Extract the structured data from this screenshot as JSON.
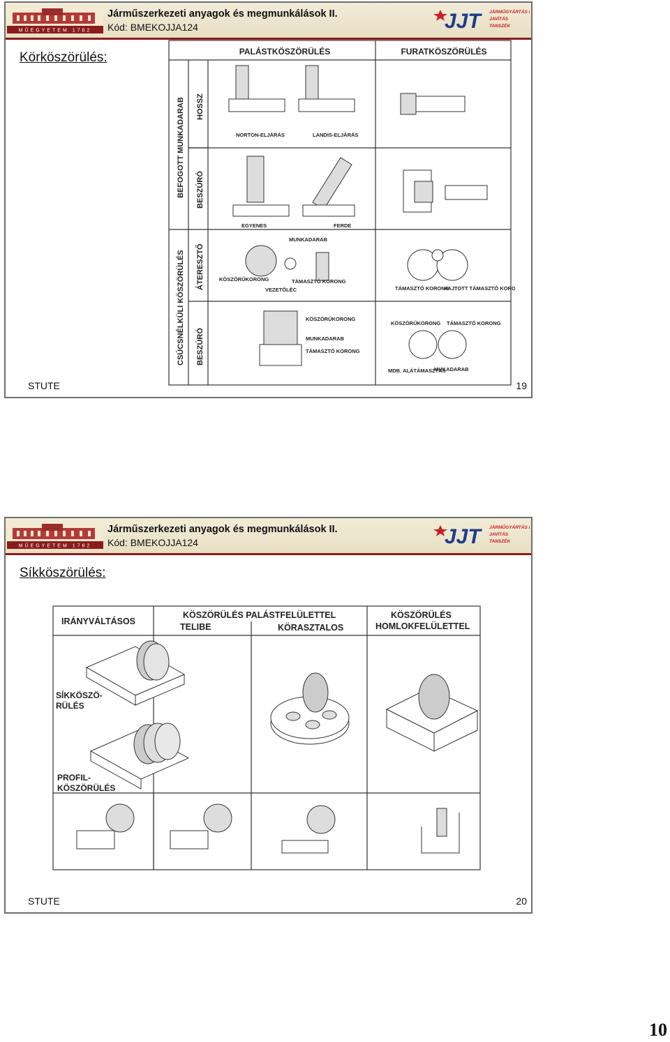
{
  "header": {
    "course_title": "Járműszerkezeti anyagok és megmunkálások II.",
    "course_code": "Kód: BMEKOJJA124",
    "uni_logo_text": "MŰEGYETEM 1782",
    "dept_logo": {
      "letters": "JJT",
      "line1": "JÁRMŰGYÁRTÁS ÉS",
      "line2": "JAVÍTÁS",
      "line3": "TANSZÉK"
    }
  },
  "slide1": {
    "title": "Körköszörülés:",
    "footer": "STUTE",
    "page": "19",
    "figure": {
      "col_headers": [
        "PALÁSTKÖSZÖRÜLÉS",
        "FURATKÖSZÖRÜLÉS"
      ],
      "row_group1": "BEFOGOTT MUNKADARAB",
      "row_group2": "CSÚCSNÉLKÜLI KÖSZÖRÜLÉS",
      "row_hossz": "HOSSZ",
      "row_beszuro": "BESZÚRÓ",
      "row_atereszto": "ÁTERESZTŐ",
      "labels": {
        "norton": "NORTON-ELJÁRÁS",
        "landis": "LANDIS-ELJÁRÁS",
        "egyenes": "EGYENES",
        "ferde": "FERDE",
        "munkadarab": "MUNKADARAB",
        "koszorukorong": "KÖSZÖRŰKORONG",
        "tamaszto": "TÁMASZTÓ KORONG",
        "vezetolec": "VEZETŐLÉC",
        "tamaszto_korong2": "TÁMASZTÓ KORONG",
        "hajtott": "HAJTOTT TÁMASZTÓ KORONG",
        "koszorukorong2": "KÖSZÖRŰKORONG",
        "munkadarab2": "MUNKADARAB",
        "tamaszto3": "TÁMASZTÓ KORONG",
        "koszorukorong3": "KÖSZÖRŰKORONG",
        "tamaszto4": "TÁMASZTÓ KORONG",
        "mdb": "MDB. ALÁTÁMASZTÁS",
        "mukadarab": "MUKADARAB"
      }
    }
  },
  "slide2": {
    "title": "Síkköszörülés:",
    "footer": "STUTE",
    "page": "20",
    "figure": {
      "h_iranyvaltasos": "IRÁNYVÁLTÁSOS",
      "h_palast": "KÖSZÖRÜLÉS PALÁSTFELÜLETTEL",
      "h_telibe": "TELIBE",
      "h_koraszt": "KÖRASZTALOS",
      "h_homlok1": "KÖSZÖRÜLÉS",
      "h_homlok2": "HOMLOKFELÜLETTEL",
      "sik1": "SÍKKÖSZÖ-",
      "sik2": "RÜLÉS",
      "prof1": "PROFIL-",
      "prof2": "KÖSZÖRÜLÉS"
    }
  },
  "page_number": "10"
}
